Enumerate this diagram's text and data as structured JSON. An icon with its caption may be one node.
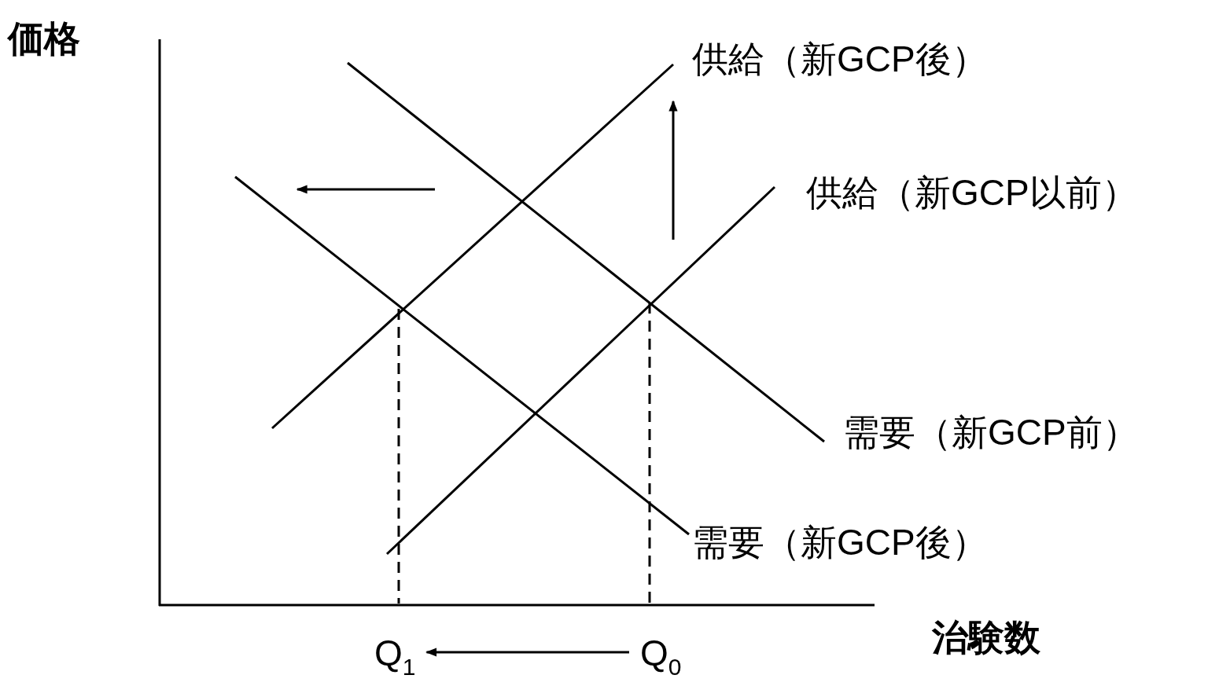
{
  "diagram": {
    "nodes": [
      {
        "text": [
          "Q$_{1}$"
        ]
      },
      {
        "text": [
          "Q$_{0}$"
        ]
      }
    ],
    "edges": [
      {
        "from": 1,
        "to": 0,
        "arrow": "to"
      }
    ],
    "labels": [
      "価格",
      "供給（新GCP後）",
      "供給（新GCP以前）",
      "需要（新GCP前）",
      "需要（新GCP後）",
      "治験数"
    ]
  }
}
